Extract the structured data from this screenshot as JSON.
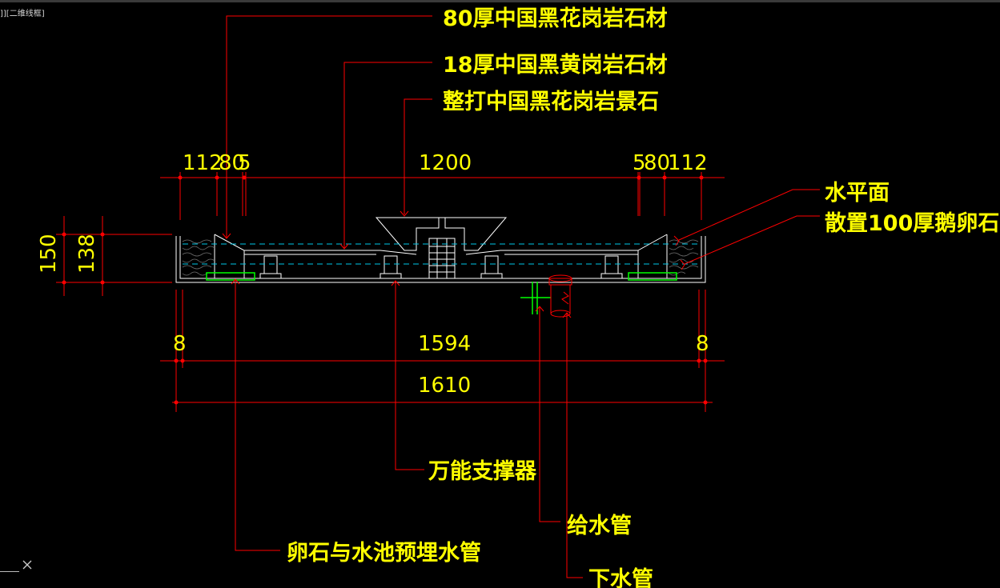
{
  "viewport": {
    "label": "]][二维线框]"
  },
  "annotations": {
    "granite_80": "80厚中国黑花岗岩石材",
    "granite_18": "18厚中国黑黄岗岩石材",
    "feature_stone": "整打中国黑花岗岩景石",
    "water_level": "水平面",
    "pebbles": "散置100厚鹅卵石",
    "support": "万能支撑器",
    "supply_pipe": "给水管",
    "drain_pipe": "下水管",
    "embedded_pipe": "卵石与水池预埋水管"
  },
  "dimensions": {
    "top_left": "112",
    "top_left_mid": "80",
    "top_left_small": "5",
    "top_center": "1200",
    "top_right_small": "5",
    "top_right_mid": "80",
    "top_right": "112",
    "height_outer": "150",
    "height_inner": "138",
    "bottom_left": "8",
    "bottom_inner": "1594",
    "bottom_right": "8",
    "bottom_total": "1610"
  },
  "colors": {
    "background": "#000000",
    "text": "#ffff00",
    "dimension_line": "#ff0000",
    "outline": "#ffffff",
    "water_line": "#00c8e8",
    "pipe": "#00ff00"
  }
}
